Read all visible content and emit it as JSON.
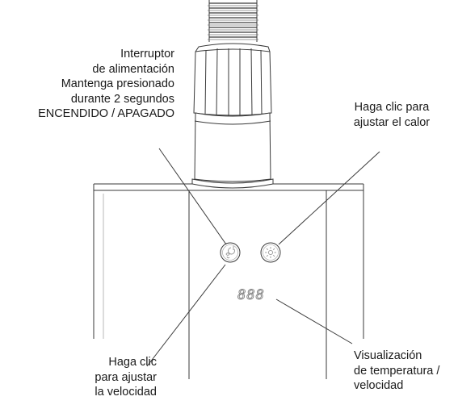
{
  "annotations": {
    "power_switch": {
      "lines": [
        "Interruptor",
        "de alimentación",
        "Mantenga presionado",
        "durante 2 segundos",
        "ENCENDIDO / APAGADO"
      ]
    },
    "heat": {
      "lines": [
        "Haga clic para",
        "ajustar el calor"
      ]
    },
    "speed": {
      "lines": [
        "Haga clic",
        "para ajustar",
        "la velocidad"
      ]
    },
    "display": {
      "lines": [
        "Visualización",
        "de temperatura /",
        "velocidad"
      ]
    }
  },
  "display_readout": "888",
  "colors": {
    "stroke": "#3a3a3a",
    "text": "#1a1a1a",
    "light_stroke": "#9a9a9a"
  },
  "icons": {
    "power_button": "power-fan-icon",
    "heat_button": "sun-heat-icon"
  }
}
